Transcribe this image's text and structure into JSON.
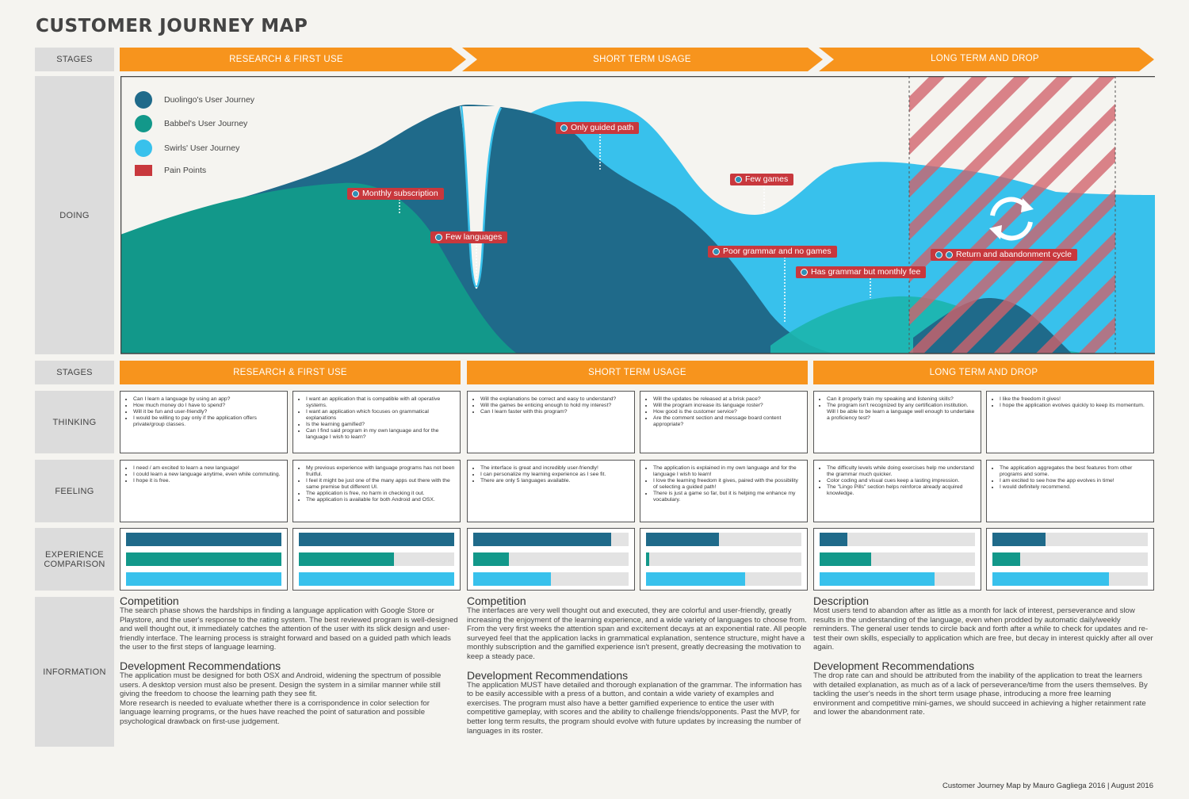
{
  "title": "CUSTOMER JOURNEY MAP",
  "row_labels": {
    "stages": "STAGES",
    "doing": "DOING",
    "thinking": "THINKING",
    "feeling": "FEELING",
    "experience": "EXPERIENCE COMPARISON",
    "information": "INFORMATION"
  },
  "stages": [
    "RESEARCH & FIRST USE",
    "SHORT TERM USAGE",
    "LONG TERM AND DROP"
  ],
  "legend": [
    {
      "label": "Duolingo's User Journey",
      "color": "#1f6a8a"
    },
    {
      "label": "Babbel's User Journey",
      "color": "#12988a"
    },
    {
      "label": "Swirls' User Journey",
      "color": "#38c1ec"
    },
    {
      "label": "Pain Points",
      "color": "#c8383d"
    }
  ],
  "pain_points": [
    "Monthly subscription",
    "Few languages",
    "Only guided path",
    "Few games",
    "Poor grammar and no games",
    "Has grammar but monthly fee",
    "Return and abandonment cycle"
  ],
  "thinking": [
    [
      "Can I learn a language by using an app?",
      "How much money do I have to spend?",
      "Will it be fun and user-friendly?",
      "I would be willing to pay only if the application offers private/group classes."
    ],
    [
      "I want an application that is compatible with all operative systems.",
      "I want an application which focuses on grammatical explanations",
      "Is the learning gamified?",
      "Can I find said program in my own language and for the language I wish to learn?"
    ],
    [
      "Will the explanations be correct and easy to understand?",
      "Will the games be enticing enough to hold my interest?",
      "Can I learn faster with this program?"
    ],
    [
      "Will the updates be released at a brisk pace?",
      "Will the program increase its language roster?",
      "How good is the customer service?",
      "Are the comment section and message board content appropriate?"
    ],
    [
      "Can it properly train my speaking and listening skills?",
      "The program isn't recognized by any certification institution. Will I be able to be learn a language well enough to undertake a proficiency test?"
    ],
    [
      "I like the freedom it gives!",
      "I hope the application evolves quickly to keep its momentum."
    ]
  ],
  "feeling": [
    [
      "I need / am excited to learn a new language!",
      "I could learn a new language anytime, even while commuting.",
      "I hope it is free."
    ],
    [
      "My previous experience with language programs has not been fruitful.",
      "I feel it might be just one of the many apps out there with the same premise but different UI.",
      "The application is free, no harm in checking it out.",
      "The application is available for both Android and OSX."
    ],
    [
      "The interface is great and incredibly user-friendly!",
      "I can personalize my learning experience as I see fit.",
      "There are only 5 languages available."
    ],
    [
      "The application is explained in my own language and for the language I wish to learn!",
      "I love the learning freedom it gives, paired with the possibility of selecting a guided path!",
      "There is just a game so far, but it is helping me enhance my vocabulary."
    ],
    [
      "The difficulty levels while doing exercises help me understand the grammar much quicker.",
      "Color coding and visual cues keep a lasting impression.",
      "The \"Lingo Pills\" section helps reinforce already acquired knowledge."
    ],
    [
      "The application aggregates the best features from other programs and some.",
      "I am excited to see how the app evolves in time!",
      "I would definitely recommend."
    ]
  ],
  "experience": [
    {
      "duolingo": 1.0,
      "babbel": 1.0,
      "swirls": 1.0
    },
    {
      "duolingo": 1.0,
      "babbel": 0.61,
      "swirls": 1.0
    },
    {
      "duolingo": 0.89,
      "babbel": 0.23,
      "swirls": 0.5
    },
    {
      "duolingo": 0.47,
      "babbel": 0.02,
      "swirls": 0.64
    },
    {
      "duolingo": 0.18,
      "babbel": 0.33,
      "swirls": 0.74
    },
    {
      "duolingo": 0.34,
      "babbel": 0.18,
      "swirls": 0.75
    }
  ],
  "information": [
    [
      {
        "heading": "Competition",
        "body": "The search phase shows the hardships in finding a language application with Google Store or Playstore, and the user's response to the rating system. The best reviewed program is well-designed and well thought out, it immediately catches the attention of the user with its slick design and user-friendly interface. The learning process is straight forward and based on a guided path which leads the user to the first steps of language learning."
      },
      {
        "heading": "Development Recommendations",
        "body": "The application must be designed for both OSX and Android, widening the spectrum of possible users. A desktop version must also be present. Design the system in a similar manner while still giving the freedom to choose the learning path they see fit.\nMore research is needed to evaluate whether there is a corrispondence in color selection for language learning programs, or the hues have reached the point of saturation and possible psychological drawback on first-use judgement."
      }
    ],
    [
      {
        "heading": "Competition",
        "body": "The interfaces are very well thought out and executed, they are colorful and user-friendly, greatly increasing the enjoyment of the learning experience, and a wide variety of languages to choose from.\nFrom the very first weeks the attention span and excitement decays at an exponential rate. All people surveyed feel that the application lacks in grammatical explanation, sentence structure, might have a monthly subscription and the gamified experience isn't present, greatly decreasing the motivation to keep a steady pace."
      },
      {
        "heading": "Development Recommendations",
        "body": "The application MUST have detailed and thorough explanation of the grammar. The information has to be easily accessible with a press of a button, and contain a wide variety of examples and exercises. The program must also have a better gamified experience to entice the user with competitive gameplay, with scores and the ability to challenge friends/opponents. Past the MVP, for better long term results, the program should evolve with future updates by increasing the number of languages in its roster."
      }
    ],
    [
      {
        "heading": "Description",
        "body": "Most users tend to abandon after as little as a month for lack of interest, perseverance and slow results in the understanding of the language, even when prodded by automatic daily/weekly reminders. The general user tends to circle back and forth after a while to check for updates and re-test their own skills, especially to application which are free, but decay in interest quickly after all over again."
      },
      {
        "heading": "Development Recommendations",
        "body": "The drop rate can and should be attributed from the inability of the application to treat the learners with detailed explanation, as much as of a lack of perseverance/time from the users themselves. By tackling the user's needs in the short term usage phase, introducing a more free learning environment and competitive mini-games, we should succeed in achieving a higher retainment rate and lower the abandonment rate."
      }
    ]
  ],
  "footer": "Customer Journey Map by Mauro Gagliega 2016 | August 2016",
  "colors": {
    "orange": "#f7941d",
    "duolingo": "#1f6a8a",
    "babbel": "#12988a",
    "swirls": "#38c1ec",
    "pain": "#c8383d"
  }
}
